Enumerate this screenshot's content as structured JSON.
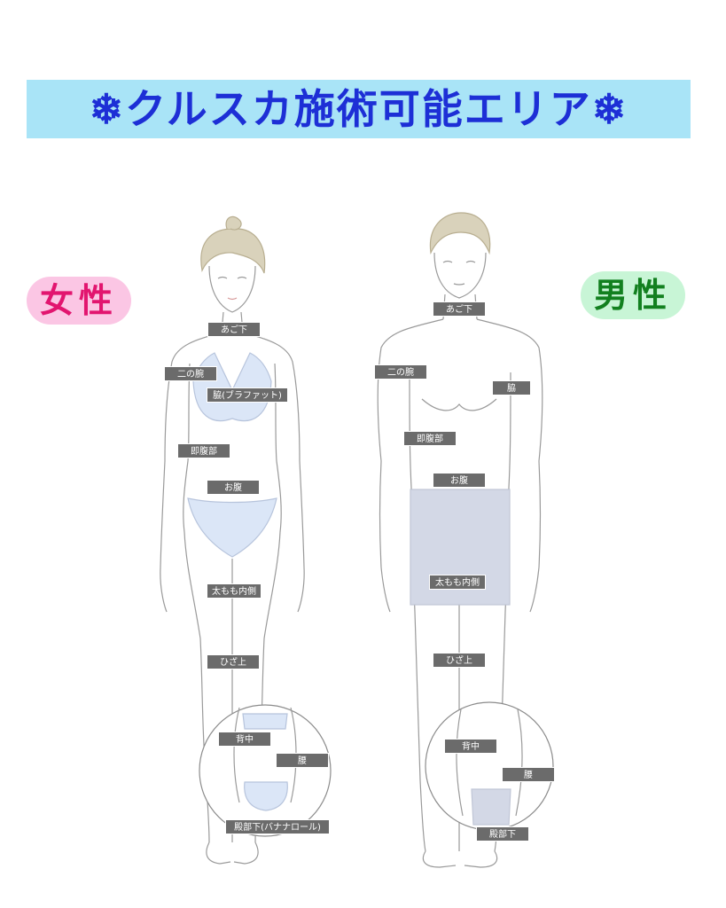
{
  "title": "❄クルスカ施術可能エリア❄",
  "female_label": "女性",
  "male_label": "男性",
  "female_tags": {
    "chin": "あご下",
    "upper_arm": "二の腕",
    "armpit": "脇(ブラファット)",
    "flank": "即腹部",
    "belly": "お腹",
    "inner_thigh": "太もも内側",
    "above_knee": "ひざ上",
    "back": "背中",
    "waist": "腰",
    "buttock_under": "殿部下(バナナロール)"
  },
  "male_tags": {
    "chin": "あご下",
    "upper_arm": "二の腕",
    "armpit": "脇",
    "flank": "即腹部",
    "belly": "お腹",
    "inner_thigh": "太もも内側",
    "above_knee": "ひざ上",
    "back": "背中",
    "waist": "腰",
    "buttock_under": "殿部下"
  },
  "colors": {
    "banner_bg": "#a9e4f7",
    "banner_text": "#1d2fd6",
    "female_pill_bg": "#fbc6e4",
    "female_pill_text": "#e2156f",
    "male_pill_bg": "#c8f5d6",
    "male_pill_text": "#12801f",
    "female_zone_fill": "#dbe6f7",
    "male_zone_fill": "#d3d8e6",
    "tag_bg": "#6b6b6b",
    "line": "#9a9a9a",
    "hair": "#d9d2bb"
  }
}
